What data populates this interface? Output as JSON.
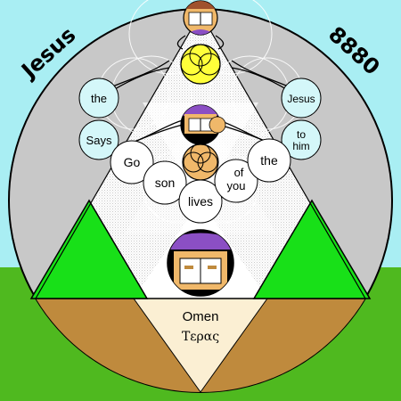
{
  "title_left": "Jesus",
  "title_right": "8880",
  "bubbles": {
    "the_left": "the",
    "says": "Says",
    "jesus": "Jesus",
    "to": "to",
    "him": "him",
    "go": "Go",
    "son": "son",
    "lives": "lives",
    "of": "of",
    "you": "you",
    "the_right": "the"
  },
  "omen": {
    "latin": "Omen",
    "greek": "Τερας"
  },
  "colors": {
    "sky": "#a9eef3",
    "ground": "#4fb91f",
    "disc": "#c8c8c8",
    "green_triangle": "#18e018",
    "brown": "#bf8a3d",
    "cream": "#fbefd3",
    "bubble_blue": "#d4f7f9",
    "yellow": "#ffff3a",
    "skin": "#f0b86a",
    "purple": "#8b4fc4"
  }
}
